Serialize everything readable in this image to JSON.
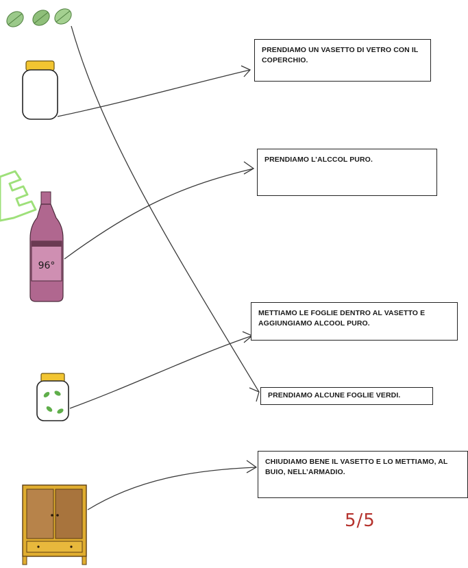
{
  "steps": [
    {
      "text": "PRENDIAMO UN VASETTO DI VETRO CON IL COPERCHIO."
    },
    {
      "text": "PRENDIAMO L’ALCCOL PURO."
    },
    {
      "text": "METTIAMO LE FOGLIE DENTRO AL VASETTO E AGGIUNGIAMO ALCOOL PURO."
    },
    {
      "text": "PRENDIAMO ALCUNE FOGLIE VERDI."
    },
    {
      "text": "CHIUDIAMO BENE IL VASETTO E LO METTIAMO, AL BUIO, NELL’ARMADIO."
    }
  ],
  "bottle_label": "96°",
  "score": "5/5",
  "colors": {
    "leaf_green": "#8fbf7a",
    "lid_yellow": "#f2c531",
    "bottle_purple": "#b0678f",
    "wardrobe_wood": "#b7834a",
    "wardrobe_frame": "#e0ad2f",
    "pencil_line": "#3a3a3a",
    "watermark_green": "#9ee07a",
    "score_red": "#b5332e"
  },
  "icons": [
    "leaves-icon",
    "empty-jar-icon",
    "alcohol-bottle-icon",
    "jar-with-leaves-icon",
    "wardrobe-icon"
  ]
}
